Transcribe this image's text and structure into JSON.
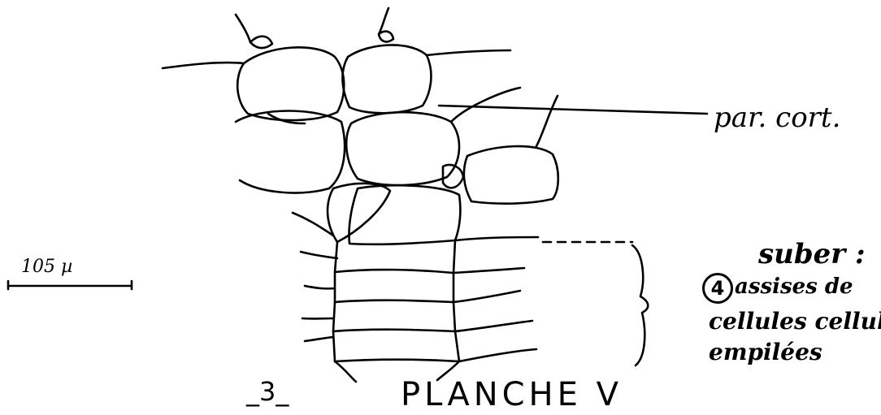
{
  "labels": {
    "parenchyma": "par. cort.",
    "suber_title": "suber :",
    "layer_count": "4",
    "suber_line1": "assises de",
    "suber_line2": "cellules cellul.",
    "suber_line3": "empilées",
    "scale": "105 µ",
    "figure_number": "_3_",
    "plate_title": "PLANCHE V"
  }
}
